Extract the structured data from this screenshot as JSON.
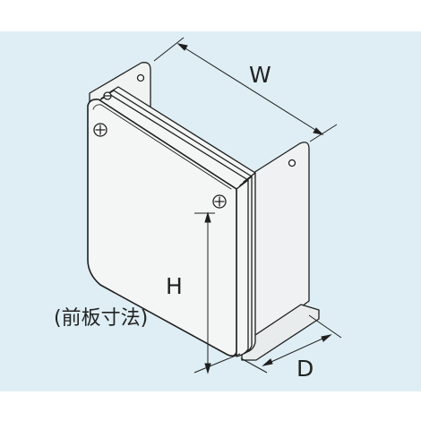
{
  "colors": {
    "background": "#deeef4",
    "panel": "#f4f6f6",
    "outline": "#1f1f1f"
  },
  "labels": {
    "width": "W",
    "height": "H",
    "depth": "D",
    "height_note": "(前板寸法)"
  },
  "icons": [
    "screw-icon"
  ]
}
